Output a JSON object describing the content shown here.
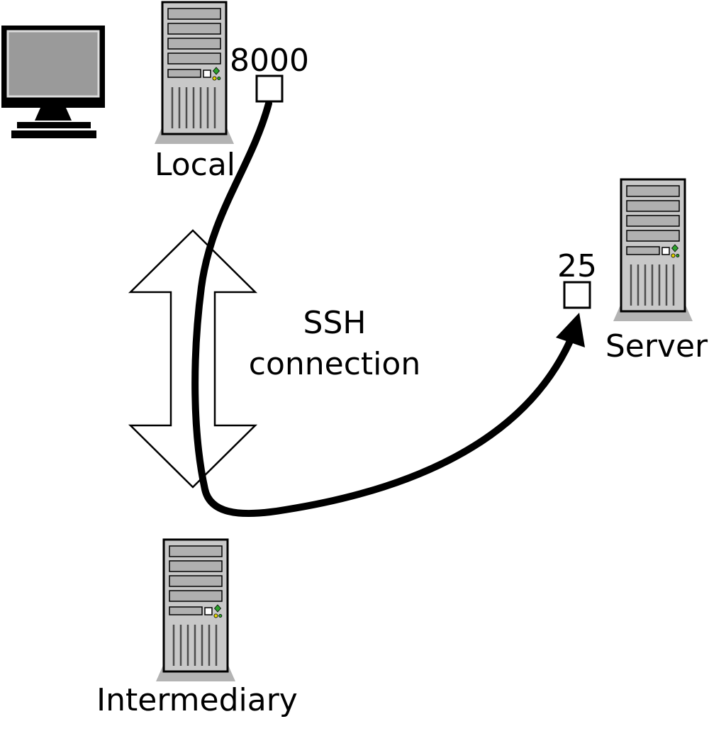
{
  "diagram": {
    "nodes": {
      "local": {
        "label": "Local",
        "port_label": "8000"
      },
      "intermediary": {
        "label": "Intermediary"
      },
      "server": {
        "label": "Server",
        "port_label": "25"
      }
    },
    "connection": {
      "label_line1": "SSH",
      "label_line2": "connection"
    },
    "icons": {
      "monitor": "monitor-icon",
      "local_tower": "computer-tower-icon",
      "intermediary_tower": "computer-tower-icon",
      "server_tower": "computer-tower-icon",
      "ssh_arrow": "double-headed-arrow-icon",
      "tunnel": "curved-tunnel-arrow-icon"
    }
  },
  "colors": {
    "cable": "#000000",
    "outline": "#000000",
    "ssh_arrow_fill": "#ffffff",
    "port_box_fill": "#ffffff",
    "tower_body": "#c8c8c8",
    "tower_slot": "#b0b0b0",
    "tower_shadow": "#b3b3b3",
    "monitor_screen": "#9a9a9a",
    "led_green": "#2ca02c",
    "led_yellow": "#e6d800"
  }
}
